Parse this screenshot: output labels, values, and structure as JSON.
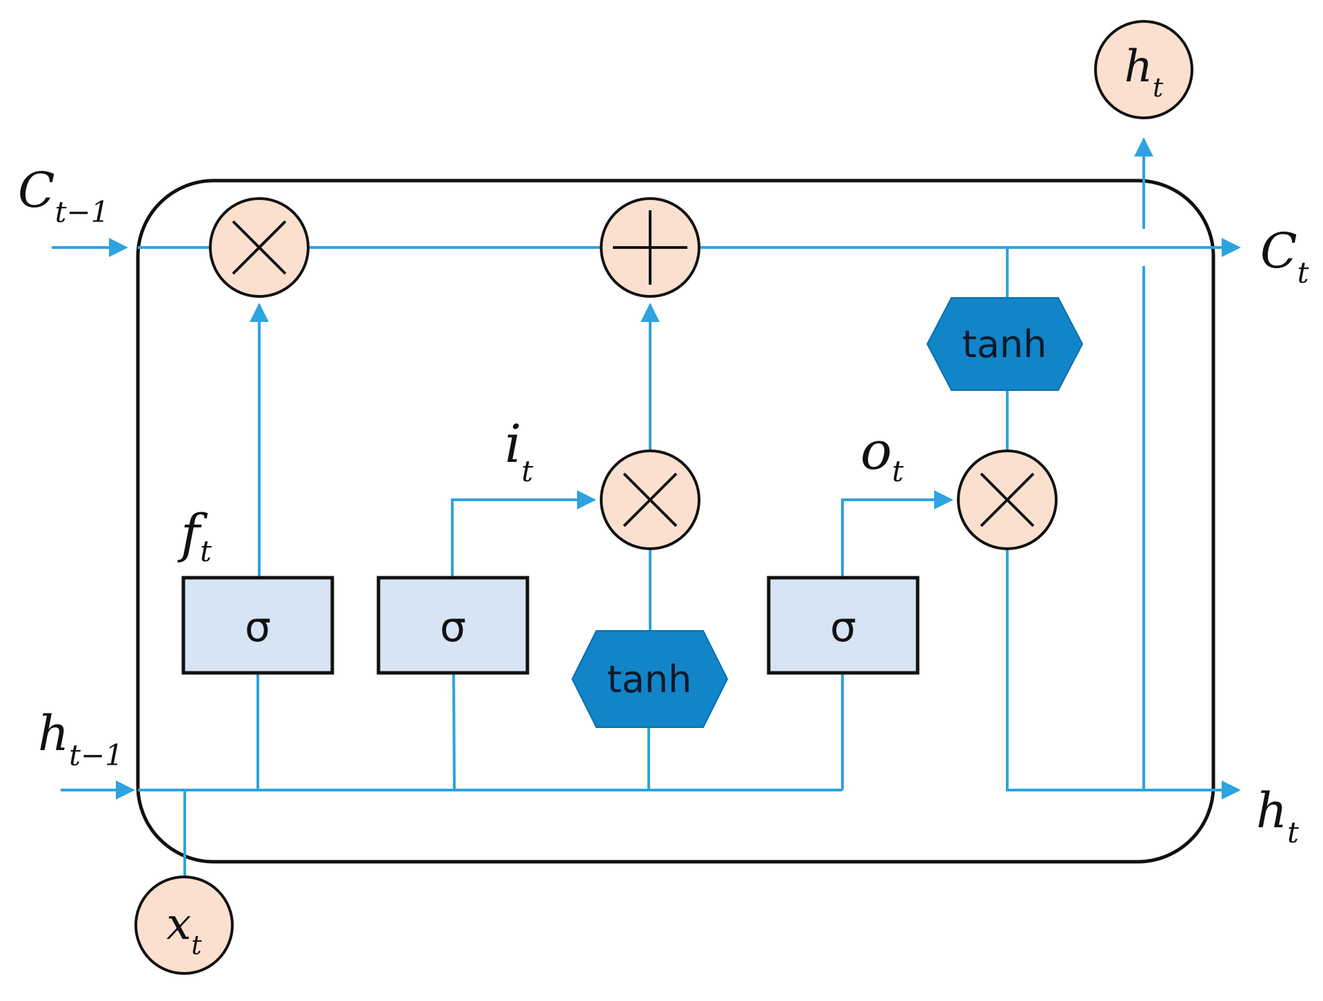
{
  "diagram": {
    "labels": {
      "c_prev": {
        "main": "C",
        "sub": "t−1"
      },
      "c_out": {
        "main": "C",
        "sub": "t"
      },
      "h_prev": {
        "main": "h",
        "sub": "t−1"
      },
      "h_out_right": {
        "main": "h",
        "sub": "t"
      },
      "h_out_top": {
        "main": "h",
        "sub": "t"
      },
      "x_in": {
        "main": "x",
        "sub": "t"
      },
      "forget": {
        "main": "f",
        "sub": "t"
      },
      "input": {
        "main": "i",
        "sub": "t"
      },
      "output": {
        "main": "o",
        "sub": "t"
      }
    },
    "gates": {
      "forget_gate": "σ",
      "input_gate": "σ",
      "output_gate": "σ"
    },
    "activations": {
      "candidate": "tanh",
      "cell_output": "tanh"
    },
    "colors": {
      "line": "#2da3e0",
      "node_fill": "#fbe0cf",
      "gate_fill": "#d6e4f4",
      "tanh_fill": "#1284c8",
      "stroke": "#111111"
    }
  }
}
